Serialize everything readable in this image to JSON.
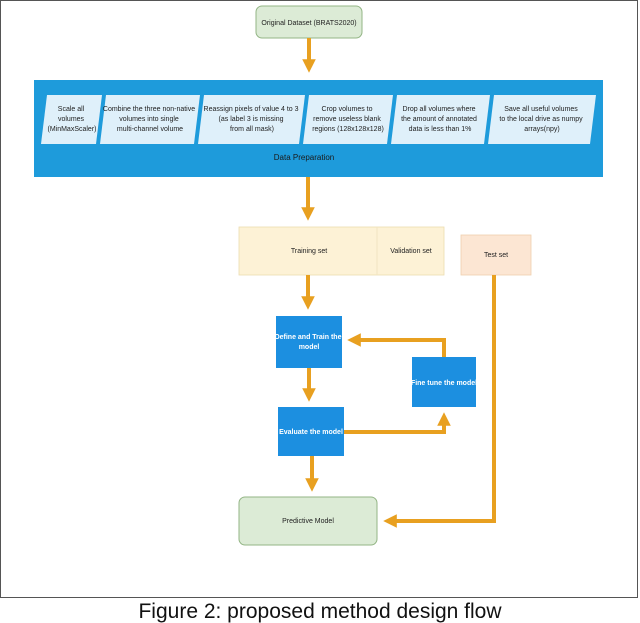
{
  "diagram": {
    "source": "Original Dataset (BRATS2020)",
    "preparation": {
      "title": "Data Preparation",
      "steps": [
        [
          "Scale all",
          "volumes",
          "(MinMaxScaler)"
        ],
        [
          "Combine the three non-native",
          "volumes into single",
          "multi-channel volume"
        ],
        [
          "Reassign pixels of value 4 to 3",
          "(as label 3 is missing",
          "from all mask)"
        ],
        [
          "Crop volumes to",
          "remove useless blank",
          "regions (128x128x128)"
        ],
        [
          "Drop all volumes where",
          "the amount of annotated",
          "data is less than 1%"
        ],
        [
          "Save all useful volumes",
          "to the local drive as numpy",
          "arrays(npy)"
        ]
      ]
    },
    "training_set": "Training set",
    "validation_set": "Validation set",
    "test_set": "Test set",
    "define_train": [
      "Define and Train the",
      "model"
    ],
    "fine_tune": "Fine tune the model",
    "evaluate": "Evaluate the model",
    "predictive": "Predictive Model"
  },
  "colors": {
    "green_box": "#dcebd6",
    "green_border": "#93b585",
    "blue_band": "#1e9bdb",
    "step_fill": "#dff0fa",
    "yellow_box": "#fdf2d6",
    "peach_box": "#fce6d3",
    "blue_box": "#1c8fe0",
    "arrow": "#e8a020"
  },
  "caption": "Figure 2: proposed method design flow"
}
